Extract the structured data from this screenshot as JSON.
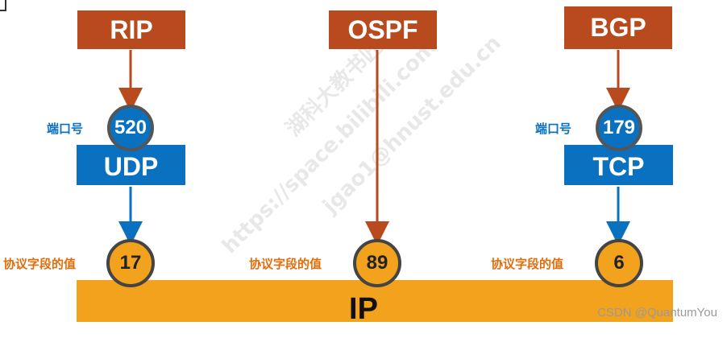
{
  "protocols": [
    {
      "name": "RIP"
    },
    {
      "name": "OSPF"
    },
    {
      "name": "BGP"
    }
  ],
  "transport": {
    "udp": {
      "name": "UDP",
      "port_label": "端口号",
      "port": "520"
    },
    "tcp": {
      "name": "TCP",
      "port_label": "端口号",
      "port": "179"
    }
  },
  "ip_protocol_fields": [
    {
      "label": "协议字段的值",
      "value": "17"
    },
    {
      "label": "协议字段的值",
      "value": "89"
    },
    {
      "label": "协议字段的值",
      "value": "6"
    }
  ],
  "ip_layer": {
    "label": "IP"
  },
  "watermark": {
    "line1": "湖科大教书匠",
    "line2": "https://space.bilibili.com",
    "line3": "jgao1@hnust.edu.cn"
  },
  "credit": "CSDN @QuantumYou",
  "colors": {
    "protocol_box": "#b84a1e",
    "transport_box": "#0a71c0",
    "ip_bar": "#f2a21c",
    "port_label": "#0a71c0",
    "field_label": "#e36c0a"
  }
}
